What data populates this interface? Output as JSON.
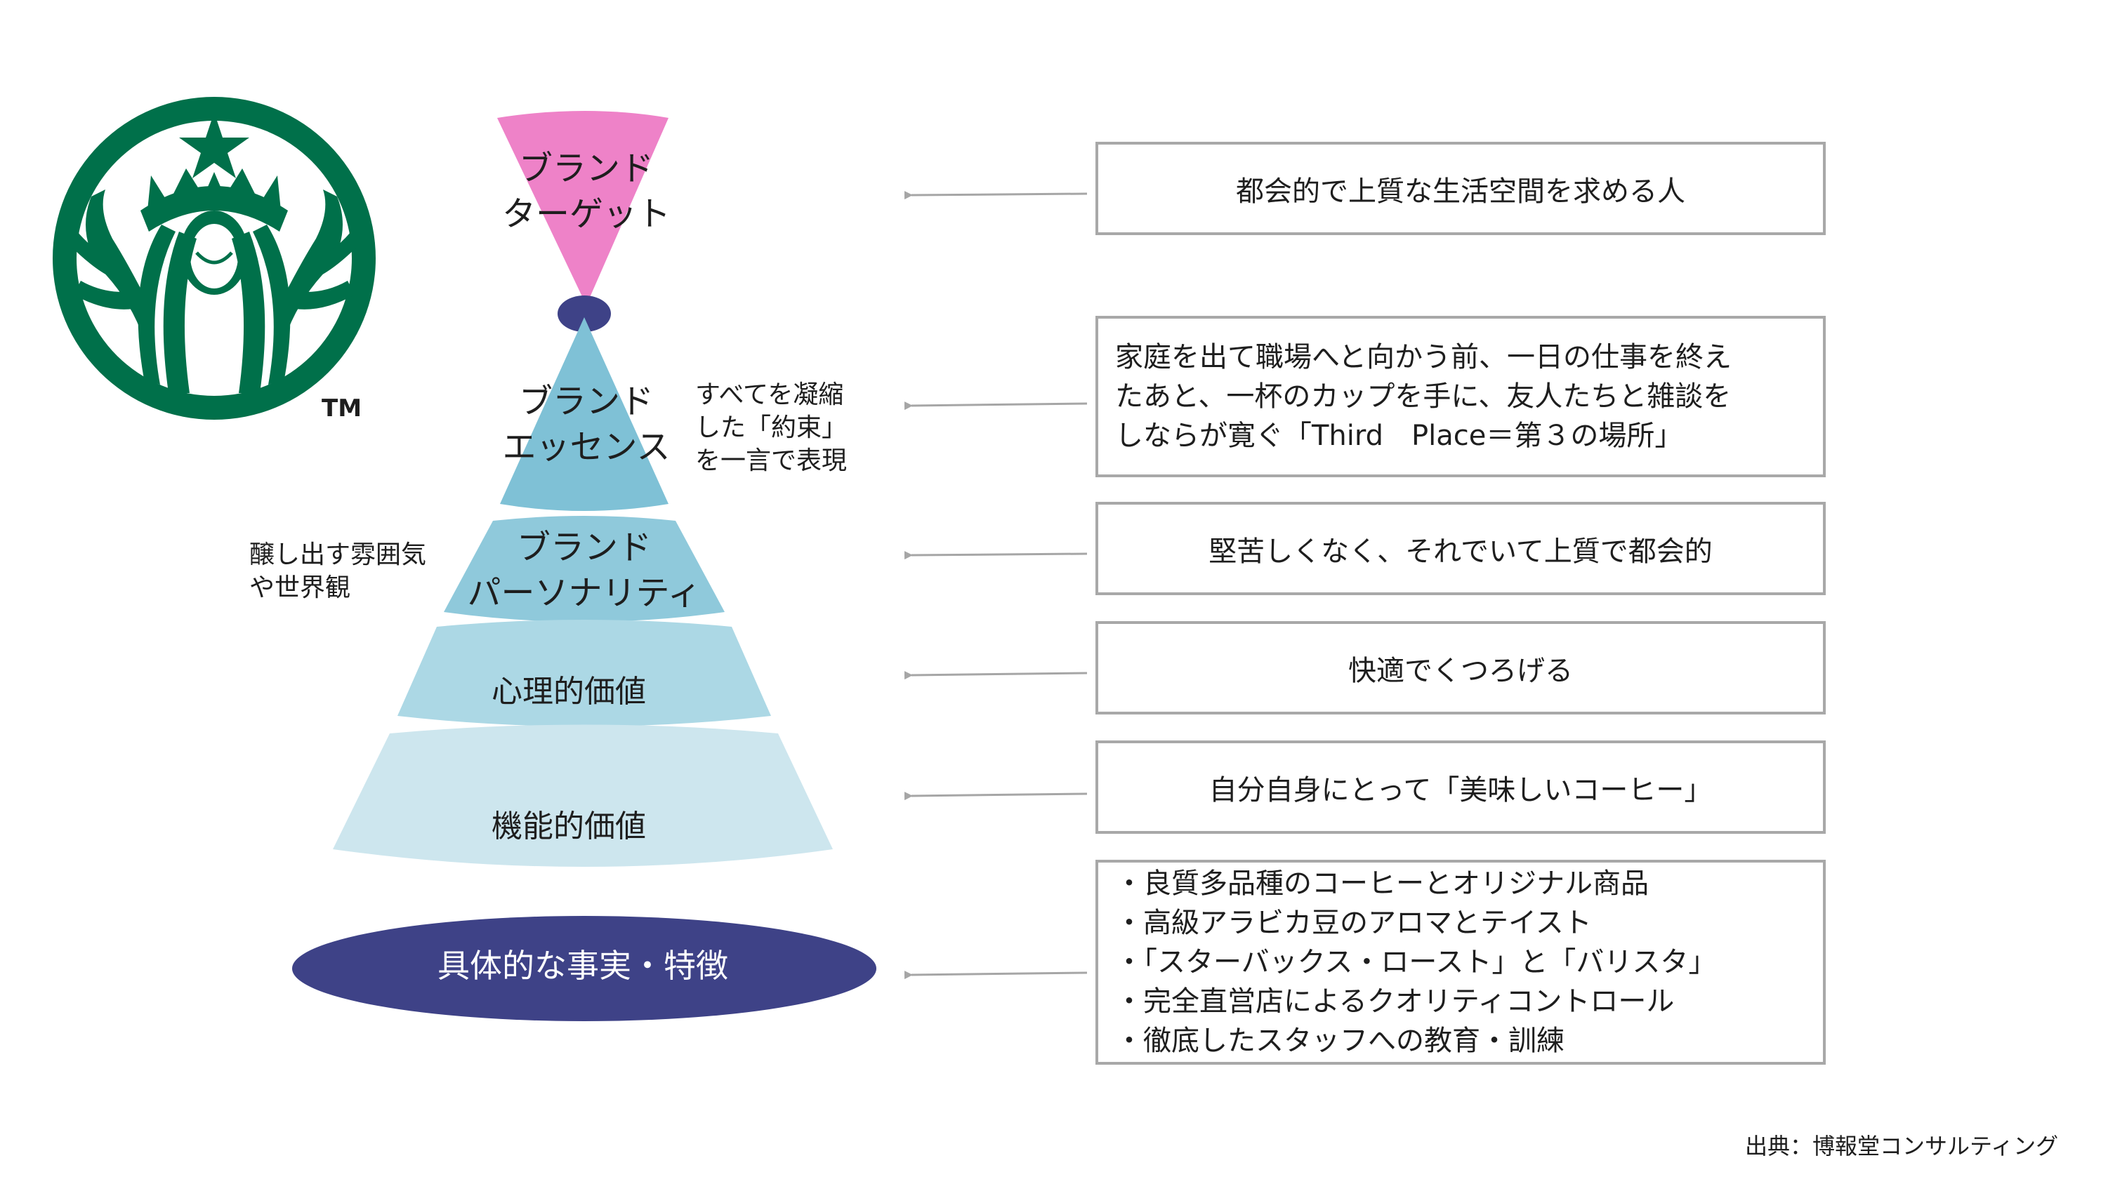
{
  "logo": {
    "tm": "TM",
    "green": "#00704a"
  },
  "colors": {
    "target": "#ee82c8",
    "essence": "#7fc1d6",
    "personality": "#8fc9db",
    "psych": "#acd8e5",
    "func": "#cde6ee",
    "facts": "#3e4287",
    "arrow": "#a6a6a6",
    "box_border": "#a8a8a8"
  },
  "pyramid": {
    "target": [
      "ブランド",
      "ターゲット"
    ],
    "essence": [
      "ブランド",
      "エッセンス"
    ],
    "personality": [
      "ブランド",
      "パーソナリティ"
    ],
    "psychological": "心理的価値",
    "functional": "機能的価値",
    "facts": "具体的な事実・特徴"
  },
  "notes": {
    "essence": [
      "すべてを凝縮",
      "した「約束」",
      "を一言で表現"
    ],
    "personality": [
      "醸し出す雰囲気",
      "や世界観"
    ]
  },
  "boxes": {
    "target": "都会的で上質な生活空間を求める人",
    "essence": [
      "家庭を出て職場へと向かう前、一日の仕事を終え",
      "たあと、一杯のカップを手に、友人たちと雑談を",
      "しならが寛ぐ「Third　Place＝第３の場所」"
    ],
    "personality": "堅苦しくなく、それでいて上質で都会的",
    "psychological": "快適でくつろげる",
    "functional": "自分自身にとって「美味しいコーヒー」",
    "facts": [
      "・良質多品種のコーヒーとオリジナル商品",
      "・高級アラビカ豆のアロマとテイスト",
      "・「スターバックス・ロースト」と「バリスタ」",
      "・完全直営店によるクオリティコントロール",
      "・徹底したスタッフへの教育・訓練"
    ]
  },
  "source": "出典：博報堂コンサルティング"
}
